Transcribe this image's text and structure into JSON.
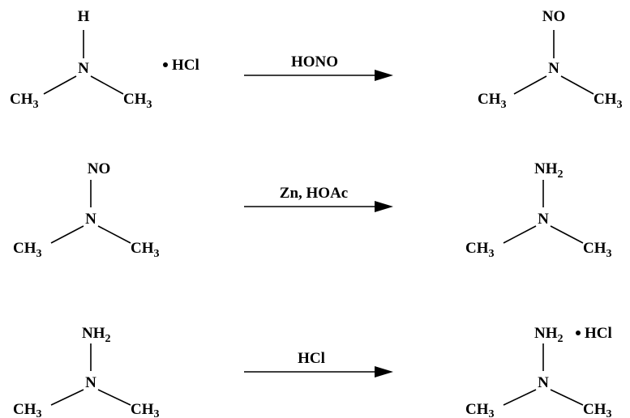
{
  "reactions": [
    {
      "reactant": {
        "top": "H",
        "center": "N",
        "left": "CH",
        "left_sub": "3",
        "right": "CH",
        "right_sub": "3",
        "salt": "HCl"
      },
      "reagent": "HONO",
      "product": {
        "top": "NO",
        "center": "N",
        "left": "CH",
        "left_sub": "3",
        "right": "CH",
        "right_sub": "3"
      }
    },
    {
      "reactant": {
        "top": "NO",
        "center": "N",
        "left": "CH",
        "left_sub": "3",
        "right": "CH",
        "right_sub": "3"
      },
      "reagent": "Zn, HOAc",
      "product": {
        "top": "NH",
        "top_sub": "2",
        "center": "N",
        "left": "CH",
        "left_sub": "3",
        "right": "CH",
        "right_sub": "3"
      }
    },
    {
      "reactant": {
        "top": "NH",
        "top_sub": "2",
        "center": "N",
        "left": "CH",
        "left_sub": "3",
        "right": "CH",
        "right_sub": "3"
      },
      "reagent": "HCl",
      "product": {
        "top": "NH",
        "top_sub": "2",
        "center": "N",
        "left": "CH",
        "left_sub": "3",
        "right": "CH",
        "right_sub": "3",
        "salt": "HCl"
      }
    }
  ]
}
